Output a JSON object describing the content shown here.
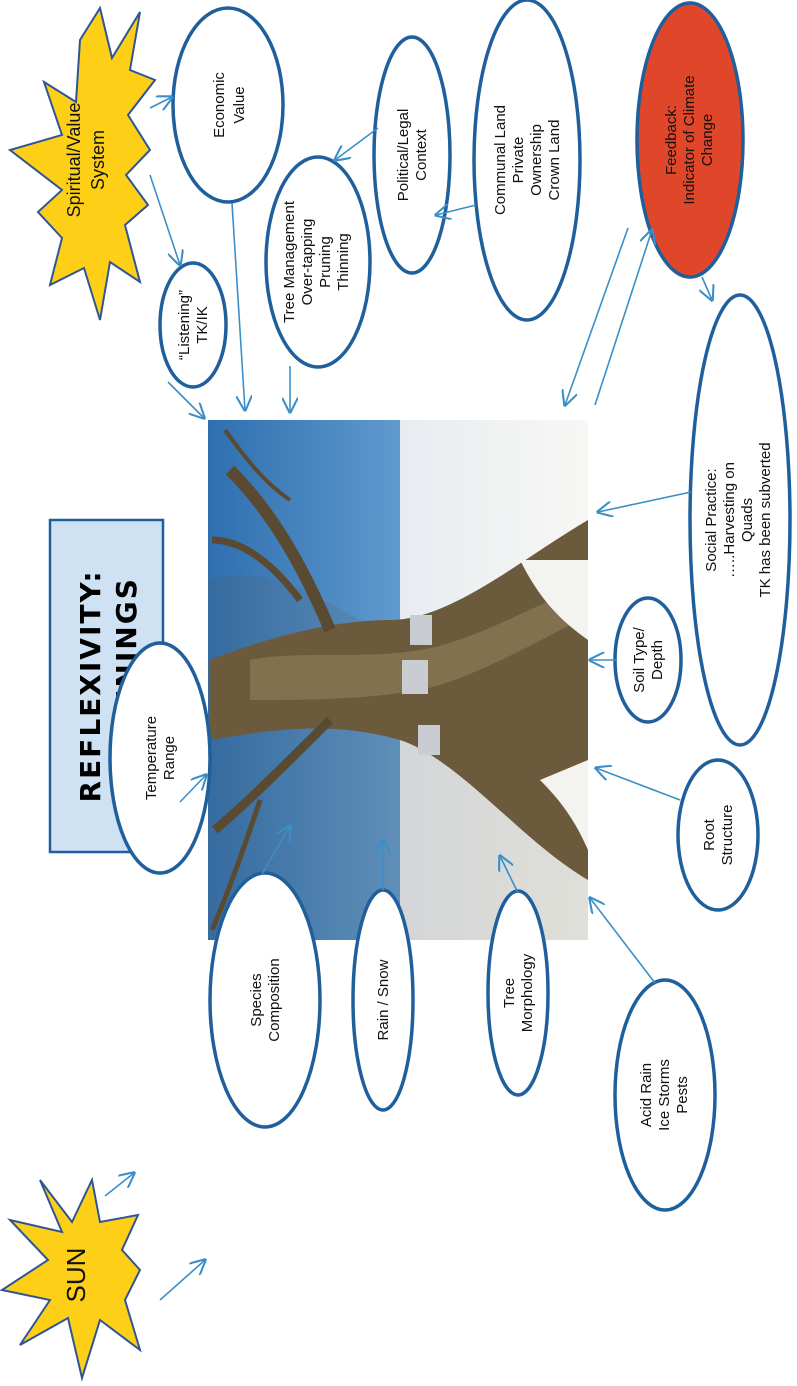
{
  "title": {
    "line1": "REFLEXIVITY:",
    "line2": "BEGINNINGS"
  },
  "colors": {
    "oval_stroke": "#1f5f9c",
    "arrow": "#3a8fc9",
    "title_box": "#cfe2f3",
    "star": "#fdd017",
    "feedback": "#e0462a"
  },
  "stars": {
    "sun": "SUN",
    "spiritual": [
      "Spiritual/Value",
      "System"
    ]
  },
  "nodes": {
    "economic": [
      "Economic",
      "Value"
    ],
    "listening": [
      "“Listening”",
      "TK/IK"
    ],
    "tree_mgmt": [
      "Tree Management",
      "Over-tapping",
      "Pruning",
      "Thinning"
    ],
    "political": [
      "Political/Legal",
      "Context"
    ],
    "communal": [
      "Communal Land",
      "Private",
      "Ownership",
      "Crown Land"
    ],
    "feedback": [
      "Feedback:",
      "Indicator of Climate",
      "Change"
    ],
    "social": [
      "Social Practice:",
      "…..Harvesting on",
      "Quads",
      "TK has been subverted"
    ],
    "temperature": [
      "Temperature",
      "Range"
    ],
    "species": [
      "Species",
      "Composition"
    ],
    "rain": [
      "Rain / Snow"
    ],
    "morphology": [
      "Tree",
      "Morphology"
    ],
    "acid": [
      "Acid Rain",
      "Ice Storms",
      "Pests"
    ],
    "root": [
      "Root",
      "Structure"
    ],
    "soil": [
      "Soil Type/",
      "Depth"
    ]
  }
}
